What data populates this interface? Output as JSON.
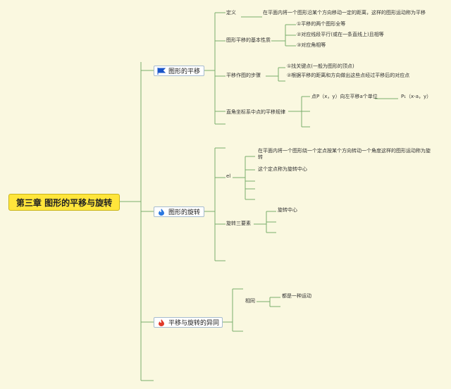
{
  "root": {
    "title": "第三章 图形的平移与旋转"
  },
  "topics": {
    "translation": "图形的平移",
    "rotation": "图形的旋转",
    "compare": "平移与旋转的异同"
  },
  "translation": {
    "definition": {
      "label": "定义",
      "text": "在平面内将一个图形沿某个方向移动一定的距离，这样的图形运动称为平移"
    },
    "properties": {
      "label": "图形平移的基本性质",
      "items": [
        "①平移的两个图形全等",
        "②对应线段平行(或在一条直线上)且相等",
        "③对应角相等"
      ]
    },
    "steps": {
      "label": "平移作图的步骤",
      "items": [
        "①找关键点(一般为图形的顶点)",
        "②根据平移的距离和方向做出这些点经过平移后的对应点"
      ]
    },
    "coordinates": {
      "label": "直角坐标系中点的平移规律",
      "items": [
        "点P（x，y）向左平移a个单位",
        "P₁（x-a，y）"
      ]
    }
  },
  "rotation": {
    "definition": {
      "label": "el",
      "items": [
        "在平面内将一个图形绕一个定点按某个方向转动一个角度这样的图形运动称为旋转",
        "这个定点称为旋转中心"
      ]
    },
    "elements": {
      "label": "旋转三要素",
      "items": [
        "旋转中心"
      ]
    }
  },
  "compare": {
    "same": {
      "label": "相同",
      "items": [
        "都是一种运动"
      ]
    }
  },
  "colors": {
    "line": "#79ae6b",
    "root_fill": "#ffe53b",
    "flag_icon": "#1a55c8",
    "fire_icon_rotation": "#2a78e0",
    "fire_icon_compare": "#e03a2a"
  },
  "icons": [
    "flag-icon",
    "fire-icon",
    "fire-icon"
  ]
}
